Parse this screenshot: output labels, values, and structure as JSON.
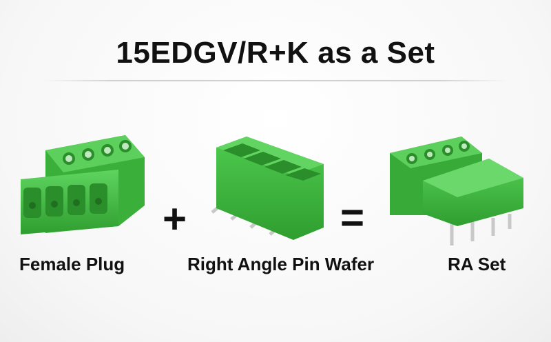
{
  "title": "15EDGV/R+K as a Set",
  "products": [
    {
      "label": "Female Plug",
      "icon": "female-plug-connector"
    },
    {
      "label": "Right Angle Pin Wafer",
      "icon": "right-angle-pin-wafer-connector"
    },
    {
      "label": "RA Set",
      "icon": "ra-set-connector"
    }
  ],
  "operators": {
    "plus": "+",
    "equals": "="
  },
  "colors": {
    "connector_green": "#3fbf3f",
    "connector_dark": "#2a8f2a",
    "pin_silver": "#c8c8c8"
  }
}
